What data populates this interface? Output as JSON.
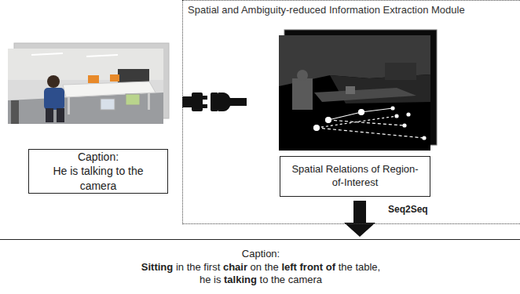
{
  "diagram": {
    "nodes": [
      {
        "text": [
          "Spatial and Ambiguity-reduced Information Extraction Module"
        ]
      },
      {
        "text": [
          "Spatial Relations of Region-of-Interest"
        ],
        "in": 0
      },
      {
        "text": [
          "Caption:",
          "He is talking to the camera"
        ]
      },
      {
        "text": [
          "Caption:",
          "Sitting in the first chair on the left front of the table, he is talking to the camera"
        ]
      }
    ],
    "edges": [
      {
        "from": 1,
        "to": 3,
        "arrow": "to",
        "label": "Seq2Seq"
      }
    ]
  }
}
